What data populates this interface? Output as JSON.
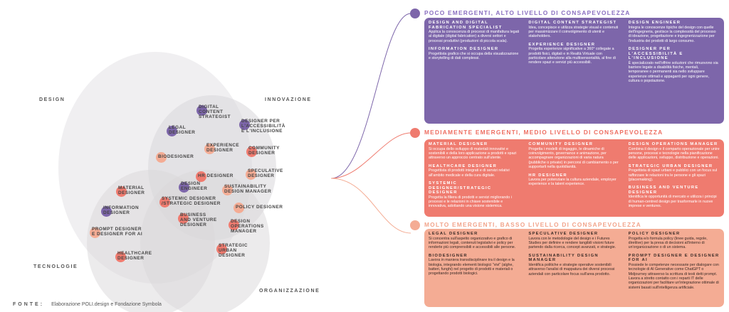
{
  "colors": {
    "purple": "#7d66aa",
    "red": "#ef7b6f",
    "light": "#f4ac94",
    "title_purple": "#8a6fc0",
    "title_red": "#ee6f62",
    "title_light": "#f2a58c"
  },
  "axes": {
    "design": "DESIGN",
    "innovazione": "INNOVAZIONE",
    "tecnologie": "TECNOLOGIE",
    "organizzazione": "ORGANIZZAZIONE"
  },
  "nodes": [
    {
      "lines": [
        "DIGITAL",
        "CONTENT",
        "STRATEGIST"
      ],
      "level": "purple"
    },
    {
      "lines": [
        "LEGAL",
        "DESIGNER"
      ],
      "level": "purple"
    },
    {
      "lines": [
        "DESIGNER PER",
        "L'ACCESSIBILITÀ",
        "E L'INCLUSIONE"
      ],
      "level": "purple"
    },
    {
      "lines": [
        "EXPERIENCE",
        "DESIGNER"
      ],
      "level": "light"
    },
    {
      "lines": [
        "COMMUNITY",
        "DESIGNER"
      ],
      "level": "red"
    },
    {
      "lines": [
        "BIODESIGNER"
      ],
      "level": "light"
    },
    {
      "lines": [
        "HR DESIGNER"
      ],
      "level": "red"
    },
    {
      "lines": [
        "SPECULATIVE",
        "DESIGNER"
      ],
      "level": "light"
    },
    {
      "lines": [
        "DESIGN",
        "ENGINEER"
      ],
      "level": "purple"
    },
    {
      "lines": [
        "SUSTAINABILITY",
        "DESIGN MANAGER"
      ],
      "level": "light"
    },
    {
      "lines": [
        "MATERIAL",
        "DESIGNER"
      ],
      "level": "red"
    },
    {
      "lines": [
        "SYSTEMIC DESIGNER",
        "/STRATEGIC DESIGNER"
      ],
      "level": "red"
    },
    {
      "lines": [
        "POLICY DESIGNER"
      ],
      "level": "light"
    },
    {
      "lines": [
        "INFORMATION",
        "DESIGNER"
      ],
      "level": "purple"
    },
    {
      "lines": [
        "BUSINESS",
        "AND VENTURE",
        "DESIGNER"
      ],
      "level": "red"
    },
    {
      "lines": [
        "DESIGN",
        "OPERATIONS",
        "MANAGER"
      ],
      "level": "red"
    },
    {
      "lines": [
        "PROMPT DESIGNER",
        "E DESIGNER FOR AI"
      ],
      "level": "light"
    },
    {
      "lines": [
        "STRATEGIC",
        "URBAN",
        "DESIGNER"
      ],
      "level": "red"
    },
    {
      "lines": [
        "HEALTHCARE",
        "DESIGNER"
      ],
      "level": "red"
    }
  ],
  "source": {
    "label": "FONTE:",
    "text": "Elaborazione POLI.design e Fondazione Symbola"
  },
  "sections": [
    {
      "title": "POCO EMERGENTI, ALTO LIVELLO DI CONSAPEVOLEZZA",
      "level": "purple",
      "columns": [
        [
          {
            "title": "DESIGN AND DIGITAL FABRICATION SPECIALIST",
            "desc": "Applica la conoscenza di processi di manifattura legati al digitale (digital fabrication) a diversi settori e processi produttivi (produzioni di piccola scala)."
          },
          {
            "title": "INFORMATION DESIGNER",
            "desc": "Progettista grafico che si occupa della visualizzazione e storytelling di dati complessi."
          }
        ],
        [
          {
            "title": "DIGITAL CONTENT STRATEGIST",
            "desc": "Idea, concepisce e utilizza strategie visual e contenuti per massimizzare il coinvolgimento di utenti e stakeholders."
          },
          {
            "title": "EXPERIENCE DESIGNER",
            "desc": "Progetta esperienze significative a 360° collegate a prodotti fisici, digitali e in Realtà Virtuale con particolare attenzione alla multisensorialità, al fine di rendere spazi e servizi più accessibili."
          }
        ],
        [
          {
            "title": "DESIGN ENGINEER",
            "desc": "Integra le conoscenze tipiche del design con quelle dell'ingegneria, gestisce la complessità del processo di ideazione, progettazione e ingegnerizzazione per l'industria dei prodotti di largo consumo."
          },
          {
            "title": "DESIGNER PER L'ACCESSIBILITÀ E L'INCLUSIONE",
            "desc": "È specializzato nell'offrire soluzioni che rimuovono sia barriere legate a disabilità fisiche, mentali, temporanee o permanenti sia nello sviluppare esperienze ottimali e appaganti per ogni genere, cultura o popolazione."
          }
        ]
      ]
    },
    {
      "title": "MEDIAMENTE EMERGENTI, MEDIO LIVELLO DI CONSAPEVOLEZZA",
      "level": "red",
      "columns": [
        [
          {
            "title": "MATERIAL DESIGNER",
            "desc": "Si occupa dello sviluppo di materiali innovativi e sostenibili e della loro applicazione a prodotti e spazi attraverso un approccio centrato sull'utente."
          },
          {
            "title": "HEALTHCARE DESIGNER",
            "desc": "Progettista di prodotti integrati e di servizi relativi all'ambito medicale e della cura digitale."
          },
          {
            "title": "SYSTEMIC DESIGNER/STRATEGIC DESIGNER",
            "desc": "Progetta la filiera di prodotti e servizi migliorando i processi e le relazioni in chiave sostenibile e innovativa, adottando una visione sistemica."
          }
        ],
        [
          {
            "title": "COMMUNITY DESIGNER",
            "desc": "Progetta i modelli di ingaggio, le dinamiche di coinvolgimento, governance e animazione, per accompagnare organizzazioni di varia natura (pubbliche o private) in percorsi di cambiamento o per supportarli nella quotidianità."
          },
          {
            "title": "HR DESIGNER",
            "desc": "Lavora per potenziare la cultura aziendale, employer experience e la talent experience."
          }
        ],
        [
          {
            "title": "DESIGN OPERATIONS MANAGER",
            "desc": "Combina il design e il comparto operazionale per unire persone, processi e tecnologie nella pianificazione delle applicazioni, sviluppo, distribuzione e operazioni."
          },
          {
            "title": "STRATEGIC URBAN DESIGNER",
            "desc": "Progettista di spazi urbani e pubblici con un focus sul rafforzare le relazioni tra le persone e gli spazi (placemaking)."
          },
          {
            "title": "BUSINESS AND VENTURE DESIGNER",
            "desc": "Identifica le opportunità di mercato e utilizza i principi di human-centred design per trasformarle in nuove imprese e ventures."
          }
        ]
      ]
    },
    {
      "title": "MOLTO EMERGENTI, BASSO LIVELLO DI CONSAPEVOLEZZA",
      "level": "light",
      "columns": [
        [
          {
            "title": "LEGAL DESIGNER",
            "desc": "Si concentra sull'aspetto organizzativo e grafico di informazioni legali, contenuti legislativi e policy per renderle più comprensibili e accessibili alle persone."
          },
          {
            "title": "BIODESIGNER",
            "desc": "Lavora in maniera transdisciplinare tra il design e la biologia, integrando elementi biologici \"vivi\" (alghe, batteri, funghi) nel progetto di prodotti e materiali o progettando prodotti biologici."
          }
        ],
        [
          {
            "title": "SPECULATIVE DESIGNER",
            "desc": "Lavora con le metodologie del design e i Futures Studies per definire e rendere tangibili visioni future partendo dalla ricerca, concept avanzati, e strategie."
          },
          {
            "title": "SUSTAINABILITY DESIGN MANAGER",
            "desc": "Identifica politiche e strategie operative sostenibili attraverso l'analisi di mappatura dei diversi processi aziendali con particolare focus sull'area prodotto."
          }
        ],
        [
          {
            "title": "POLICY DESIGNER",
            "desc": "Progetta e/o formula policy (linee guida, regole, direttive) per la presa di decisioni all'interno di un'organizzazione o di un sistema."
          },
          {
            "title": "PROMPT DESIGNER E DESIGNER FOR AI",
            "desc": "Possiede le competenze necessarie per dialogare con tecnologie di AI Generative come ChatGPT o Midjourney attraverso la scrittura di testi detti prompt. Lavora a stretto contatto con i reparti IT delle organizzazioni per facilitare un'integrazione ottimale di sistemi basati sull'intelligenza artificiale."
          }
        ]
      ]
    }
  ]
}
